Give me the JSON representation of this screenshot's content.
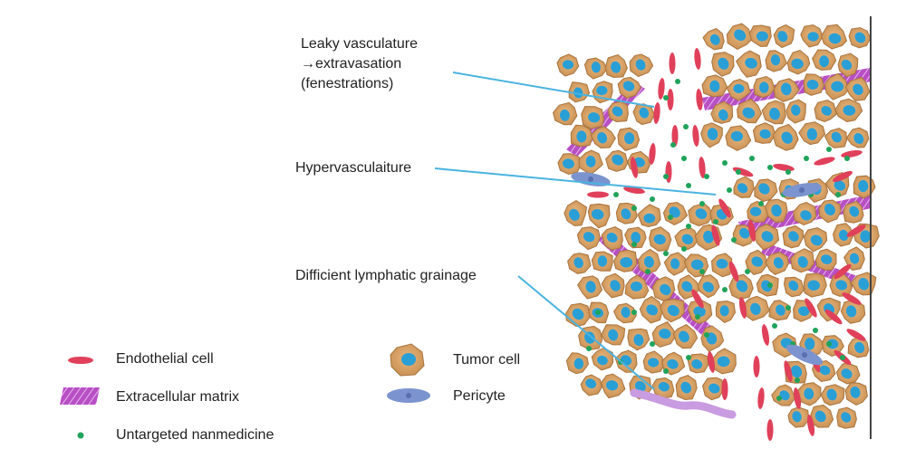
{
  "annotations": {
    "leaky": [
      "Leaky  vasculature",
      "→extravasation",
      "(fenestrations)"
    ],
    "hyper": "Hypervasculaiture",
    "lymph": "Difficient lymphatic grainage"
  },
  "legend": {
    "endothelial": "Endothelial cell",
    "ecm": "Extracellular matrix",
    "nano": "Untargeted nanmedicine",
    "tumor": "Tumor cell",
    "pericyte": "Pericyte"
  },
  "colors": {
    "endothelial": "#e0405a",
    "ecm": "#b84fc4",
    "nano": "#1fa35a",
    "tumor_outer": "#d9a56a",
    "tumor_nucleus": "#2a9fd6",
    "pericyte": "#7b94cf",
    "pointer": "#4ab3e0",
    "lymph_vessel": "#c99be0",
    "edge_line": "#444444"
  }
}
